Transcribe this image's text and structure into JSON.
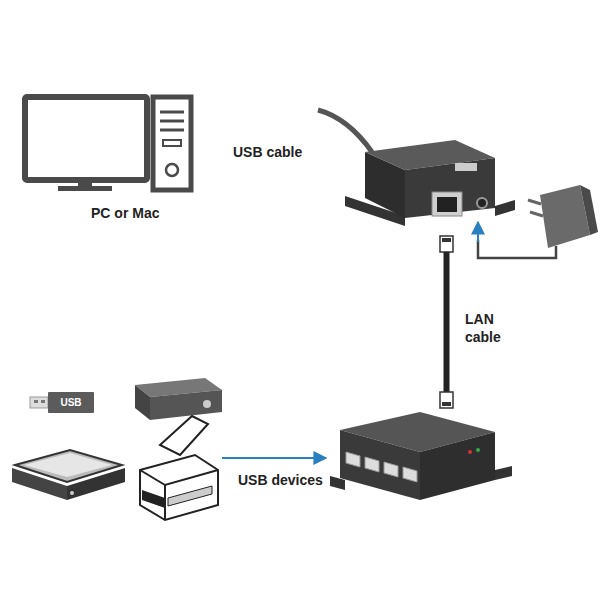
{
  "diagram": {
    "nodes": [
      {
        "text": [
          "USB"
        ]
      }
    ],
    "labels": [
      "USB cable",
      "PC or Mac",
      "LAN cable",
      "USB devices"
    ]
  }
}
